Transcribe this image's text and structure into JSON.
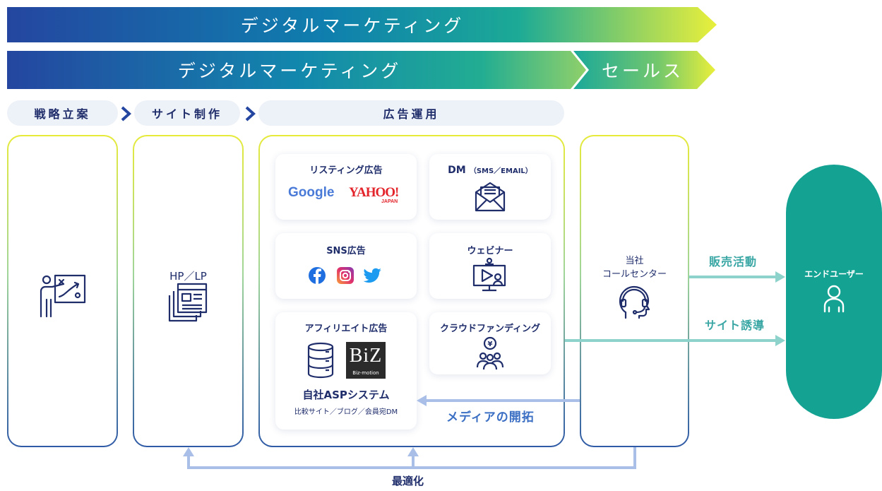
{
  "bands": {
    "top_label": "デジタルマーケティング",
    "second_left_label": "デジタルマーケティング",
    "second_right_label": "セールス"
  },
  "phases": [
    "戦略立案",
    "サイト制作",
    "広告運用"
  ],
  "columns": {
    "site_label": "HP／LP",
    "callcenter_label": "当社\nコールセンター"
  },
  "cards": {
    "listing": {
      "title": "リスティング広告",
      "logos": [
        "Google",
        "YAHOO!",
        "JAPAN"
      ]
    },
    "dm": {
      "title": "DM",
      "subtitle": "（SMS／EMAIL）"
    },
    "sns": {
      "title": "SNS広告"
    },
    "webinar": {
      "title": "ウェビナー"
    },
    "affiliate": {
      "title": "アフィリエイト広告",
      "biz_logo": "BiZ",
      "biz_sub": "Biz-motion",
      "asp_title": "自社ASPシステム",
      "asp_sub": "比較サイト／ブログ／会員宛DM"
    },
    "crowdfunding": {
      "title": "クラウドファンディング",
      "yen_symbol": "¥"
    }
  },
  "flows": {
    "sales_activity": "販売活動",
    "site_guidance": "サイト誘導",
    "media_development": "メディアの開拓",
    "optimization": "最適化"
  },
  "end_user": {
    "label": "エンドユーザー"
  },
  "colors": {
    "navy": "#1f2d6b",
    "teal": "#14a393",
    "teal_arrow": "#8dd3cb",
    "blue_arrow": "#a9bfe8",
    "gradient_start": "#2446a0",
    "gradient_end": "#e9ef3b"
  },
  "icons": [
    "strategy-presenter-icon",
    "website-pages-icon",
    "envelope-icon",
    "facebook-icon",
    "instagram-icon",
    "twitter-icon",
    "webinar-screen-icon",
    "database-icon",
    "operator-headset-icon",
    "yen-group-icon",
    "user-icon"
  ]
}
